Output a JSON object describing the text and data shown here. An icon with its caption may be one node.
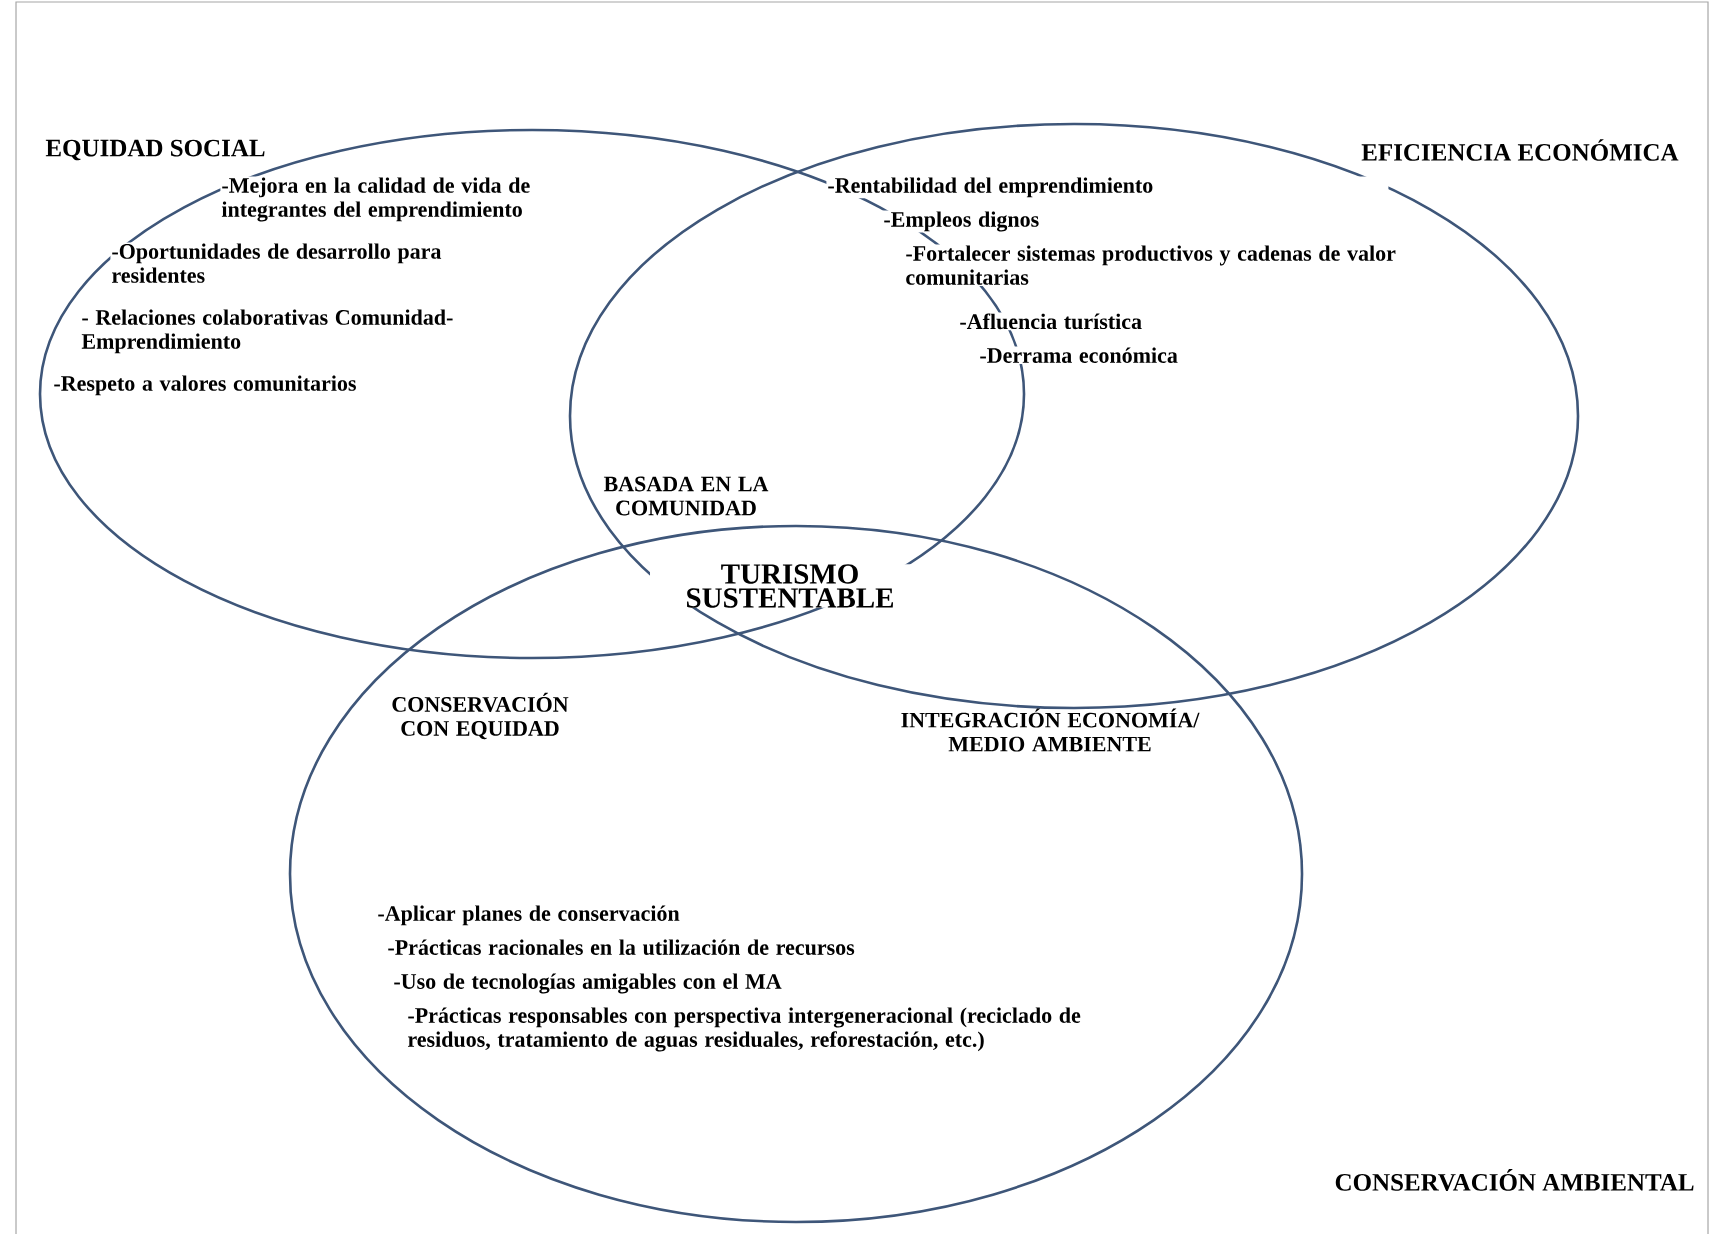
{
  "diagram": {
    "nodes": [
      {
        "text": [
          "EQUIDAD SOCIAL",
          "-Mejora en la calidad de vida de integrantes del emprendimiento",
          "-Oportunidades de desarrollo para residentes",
          "- Relaciones colaborativas Comunidad- Emprendimiento",
          "-Respeto a valores comunitarios"
        ]
      },
      {
        "text": [
          "EFICIENCIA ECONÓMICA",
          "-Rentabilidad del emprendimiento",
          "-Empleos dignos",
          "-Fortalecer sistemas productivos y cadenas de valor comunitarias",
          "-Afluencia turística",
          "-Derrama económica"
        ]
      },
      {
        "text": [
          "CONSERVACIÓN AMBIENTAL",
          "-Aplicar planes de conservación",
          "-Prácticas racionales en la utilización de recursos",
          "-Uso de tecnologías amigables con el MA",
          "-Prácticas responsables con perspectiva intergeneracional (reciclado de residuos, tratamiento de aguas residuales, reforestación, etc.)"
        ]
      }
    ],
    "labels": [
      "BASADA EN LA COMUNIDAD",
      "TURISMO SUSTENTABLE",
      "CONSERVACIÓN CON EQUIDAD",
      "INTEGRACIÓN ECONOMÍA/ MEDIO AMBIENTE"
    ]
  }
}
